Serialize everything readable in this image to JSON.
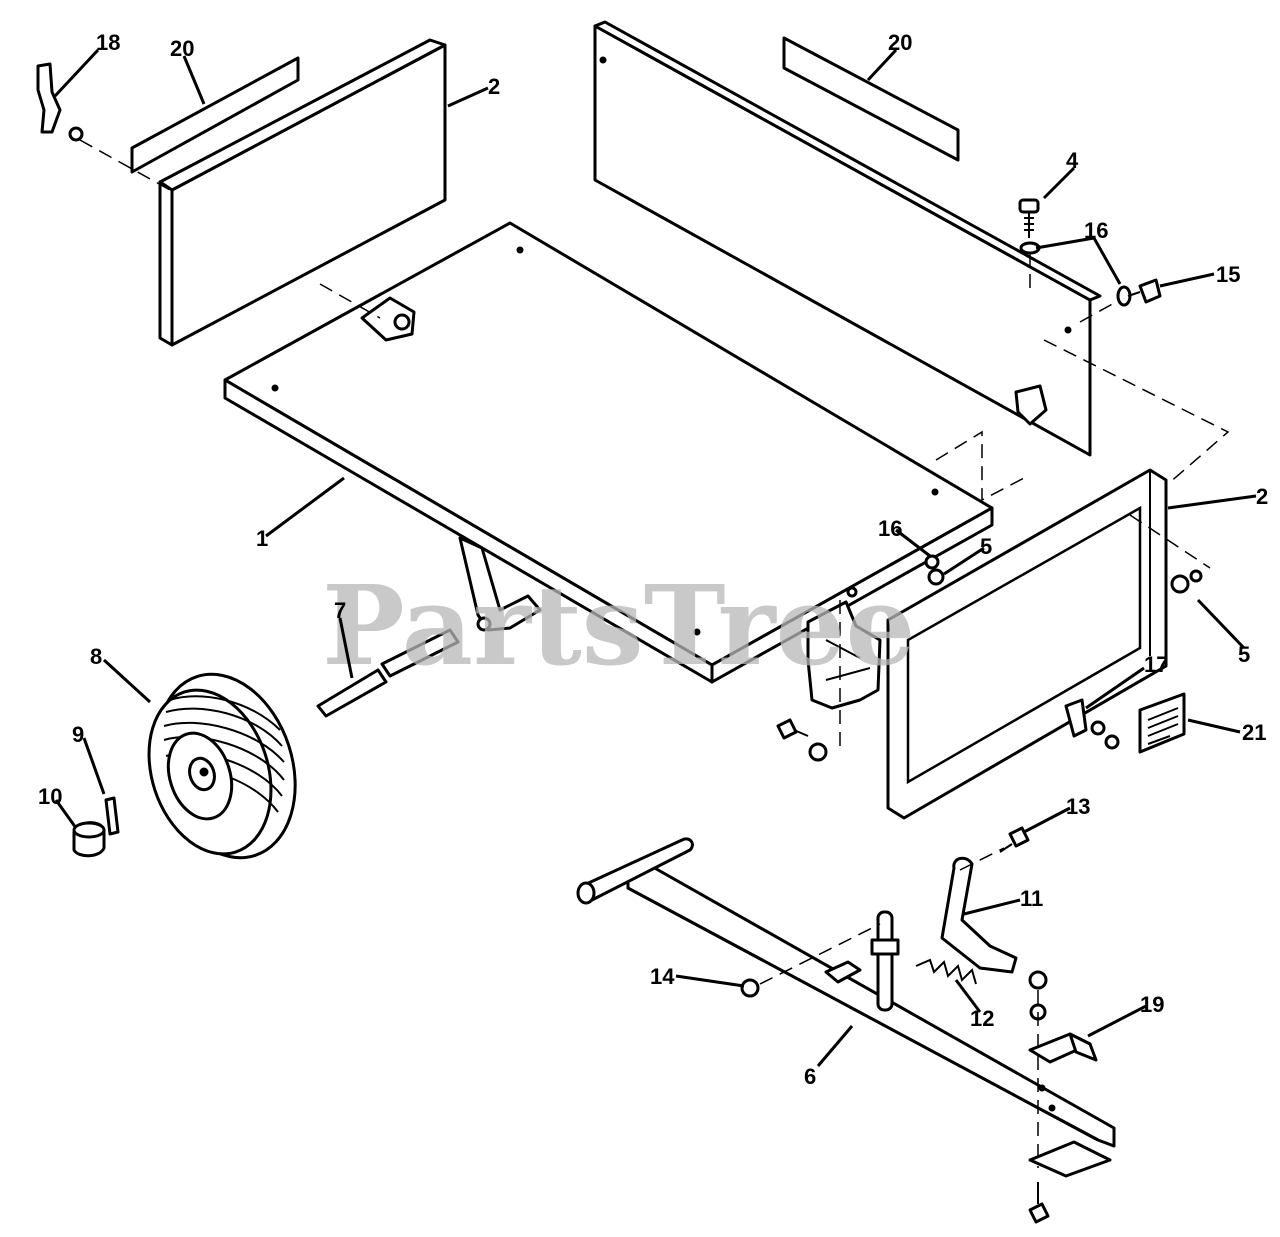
{
  "watermark": "PartsTree",
  "labels": {
    "p1": "1",
    "p2a": "2",
    "p2b": "2",
    "p4": "4",
    "p5a": "5",
    "p5b": "5",
    "p6": "6",
    "p7": "7",
    "p8": "8",
    "p9": "9",
    "p10": "10",
    "p11": "11",
    "p12": "12",
    "p13": "13",
    "p14": "14",
    "p15": "15",
    "p16a": "16",
    "p16b": "16",
    "p17": "17",
    "p18": "18",
    "p19": "19",
    "p20a": "20",
    "p20b": "20",
    "p21": "21"
  }
}
